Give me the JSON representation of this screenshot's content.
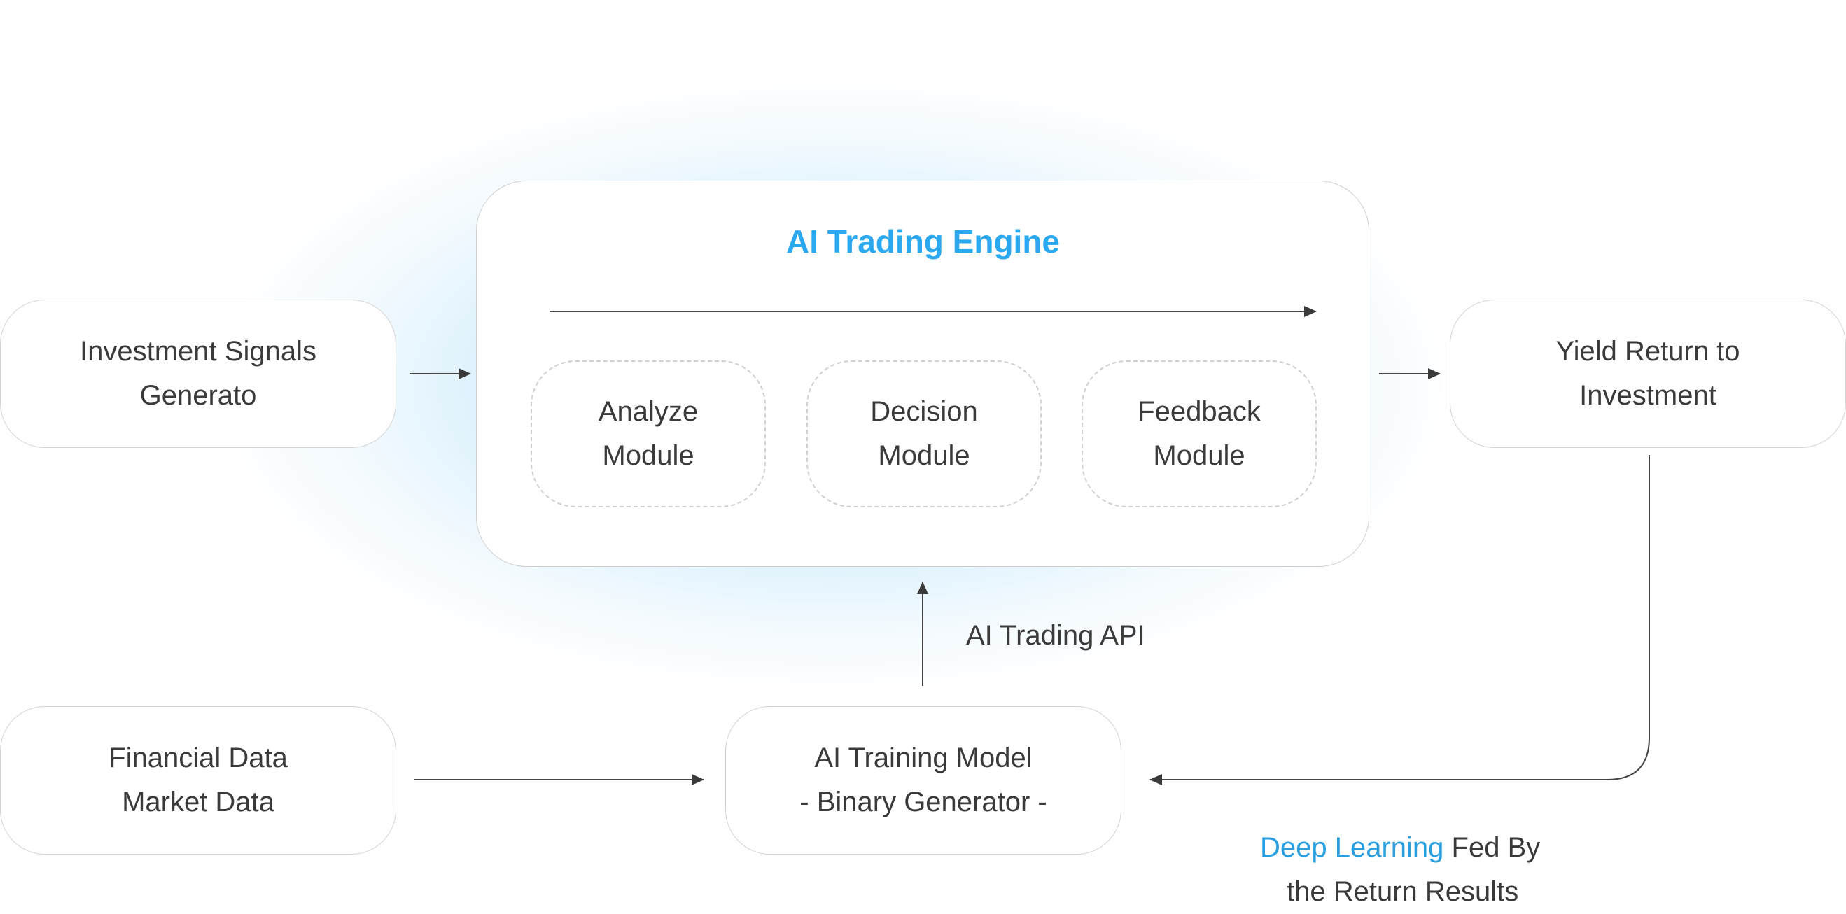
{
  "engine": {
    "title": "AI Trading Engine",
    "modules": [
      {
        "line1": "Analyze",
        "line2": "Module"
      },
      {
        "line1": "Decision",
        "line2": "Module"
      },
      {
        "line1": "Feedback",
        "line2": "Module"
      }
    ]
  },
  "nodes": {
    "signals": {
      "line1": "Investment Signals",
      "line2": "Generato"
    },
    "yield": {
      "line1": "Yield Return to",
      "line2": "Investment"
    },
    "financial": {
      "line1": "Financial Data",
      "line2": "Market Data"
    },
    "training": {
      "line1": "AI Training Model",
      "line2": "- Binary Generator -"
    }
  },
  "labels": {
    "api": "AI Trading API",
    "feedback_highlight": "Deep Learning",
    "feedback_rest": " Fed By",
    "feedback_line2": "the Return Results"
  },
  "colors": {
    "accent": "#2aa8f0",
    "glow": "#bfe6fb",
    "border": "#d3d3d3",
    "text": "#3a3a3a"
  }
}
